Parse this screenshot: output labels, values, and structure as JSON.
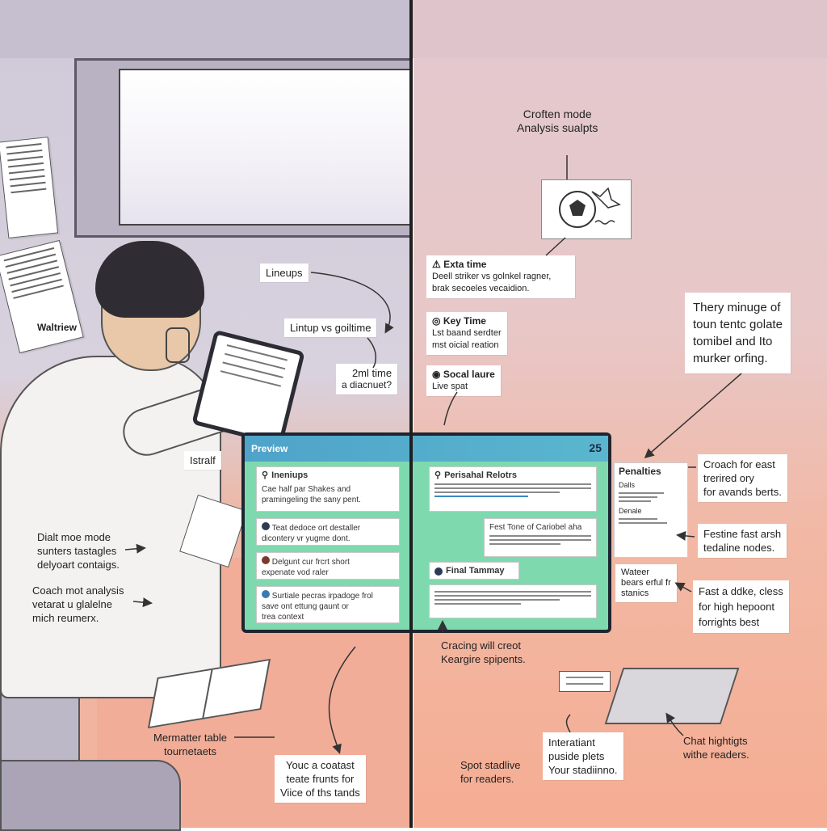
{
  "left": {
    "wall_paper_label": "Waltriew",
    "callouts": {
      "lineups": "Lineups",
      "linup_vs": "Lintup vs goiltime",
      "time_line1": "2ml time",
      "time_line2": "a diacnuet?",
      "istralf": "Istralf"
    },
    "text_left": {
      "draft_1": "Dialt moe mode",
      "draft_2": "sunters tastagles",
      "draft_3": "delyoart contaigs.",
      "coach_1": "Coach mot analysis",
      "coach_2": "vetarat u glalelne",
      "coach_3": "mich reumerx.",
      "table_1": "Mermatter table",
      "table_2": "tournetaets"
    },
    "bottom_box": [
      "Youc a coatast",
      "teate frunts for",
      "Viice of ths tands"
    ]
  },
  "right": {
    "heading_1": "Croften mode",
    "heading_2": "Analysis sualpts",
    "notes": [
      {
        "title": "Exta time",
        "line": "Deell striker vs golnkel ragner, brak secoeles vecaidion."
      },
      {
        "title": "Key Time",
        "line1": "Lst baand serdter",
        "line2": "mst oicial reation"
      },
      {
        "title": "Socal laure",
        "line": "Live spat"
      }
    ],
    "big_note": [
      "Thery minuge of",
      "toun tentc golate",
      "tomibel and Ito",
      "murker orfing."
    ],
    "penalties": {
      "title": "Penalties",
      "l1": "Dalls",
      "l2": "Denale",
      "l3": "Wateer",
      "l4": "bears erful fr",
      "l5": "stanics"
    },
    "side_notes": [
      [
        "Croach for east",
        "trerired ory",
        "for avands berts."
      ],
      [
        "Festine fast arsh",
        "tedaline nodes."
      ],
      [
        "Fast a ddke, cless",
        "for high hepoont",
        "forrights best"
      ]
    ],
    "bottom_text": {
      "cracing_1": "Cracing will creot",
      "cracing_2": "Keargire spipents.",
      "spot_1": "Spot stadlive",
      "spot_2": "for readers.",
      "interact": [
        "Interatiant",
        "puside plets",
        "Your stadiinno."
      ],
      "chat_1": "Chat hightigts",
      "chat_2": "withe readers."
    }
  },
  "panel": {
    "title": "Preview",
    "number": "25",
    "left_cards": [
      {
        "title": "Ineniups",
        "l1": "Cae half par Shakes and",
        "l2": "pramingeling the sany pent."
      },
      {
        "title": "",
        "l1": "Teat dedoce ort destaller",
        "l2": "dicontery vr yugme dont."
      },
      {
        "title": "",
        "l1": "Delgunt cur frcrt short",
        "l2": "expenate vod raler"
      },
      {
        "title": "",
        "l1": "Surtiale pecras irpadoge frol",
        "l2": "save ont ettung gaunt or",
        "l3": "trea context"
      }
    ],
    "right_cards": [
      {
        "title": "Perisahal Relotrs"
      },
      {
        "title": "Fest Tone of Cariobel aha"
      },
      {
        "title": "Final Tammay"
      }
    ]
  }
}
